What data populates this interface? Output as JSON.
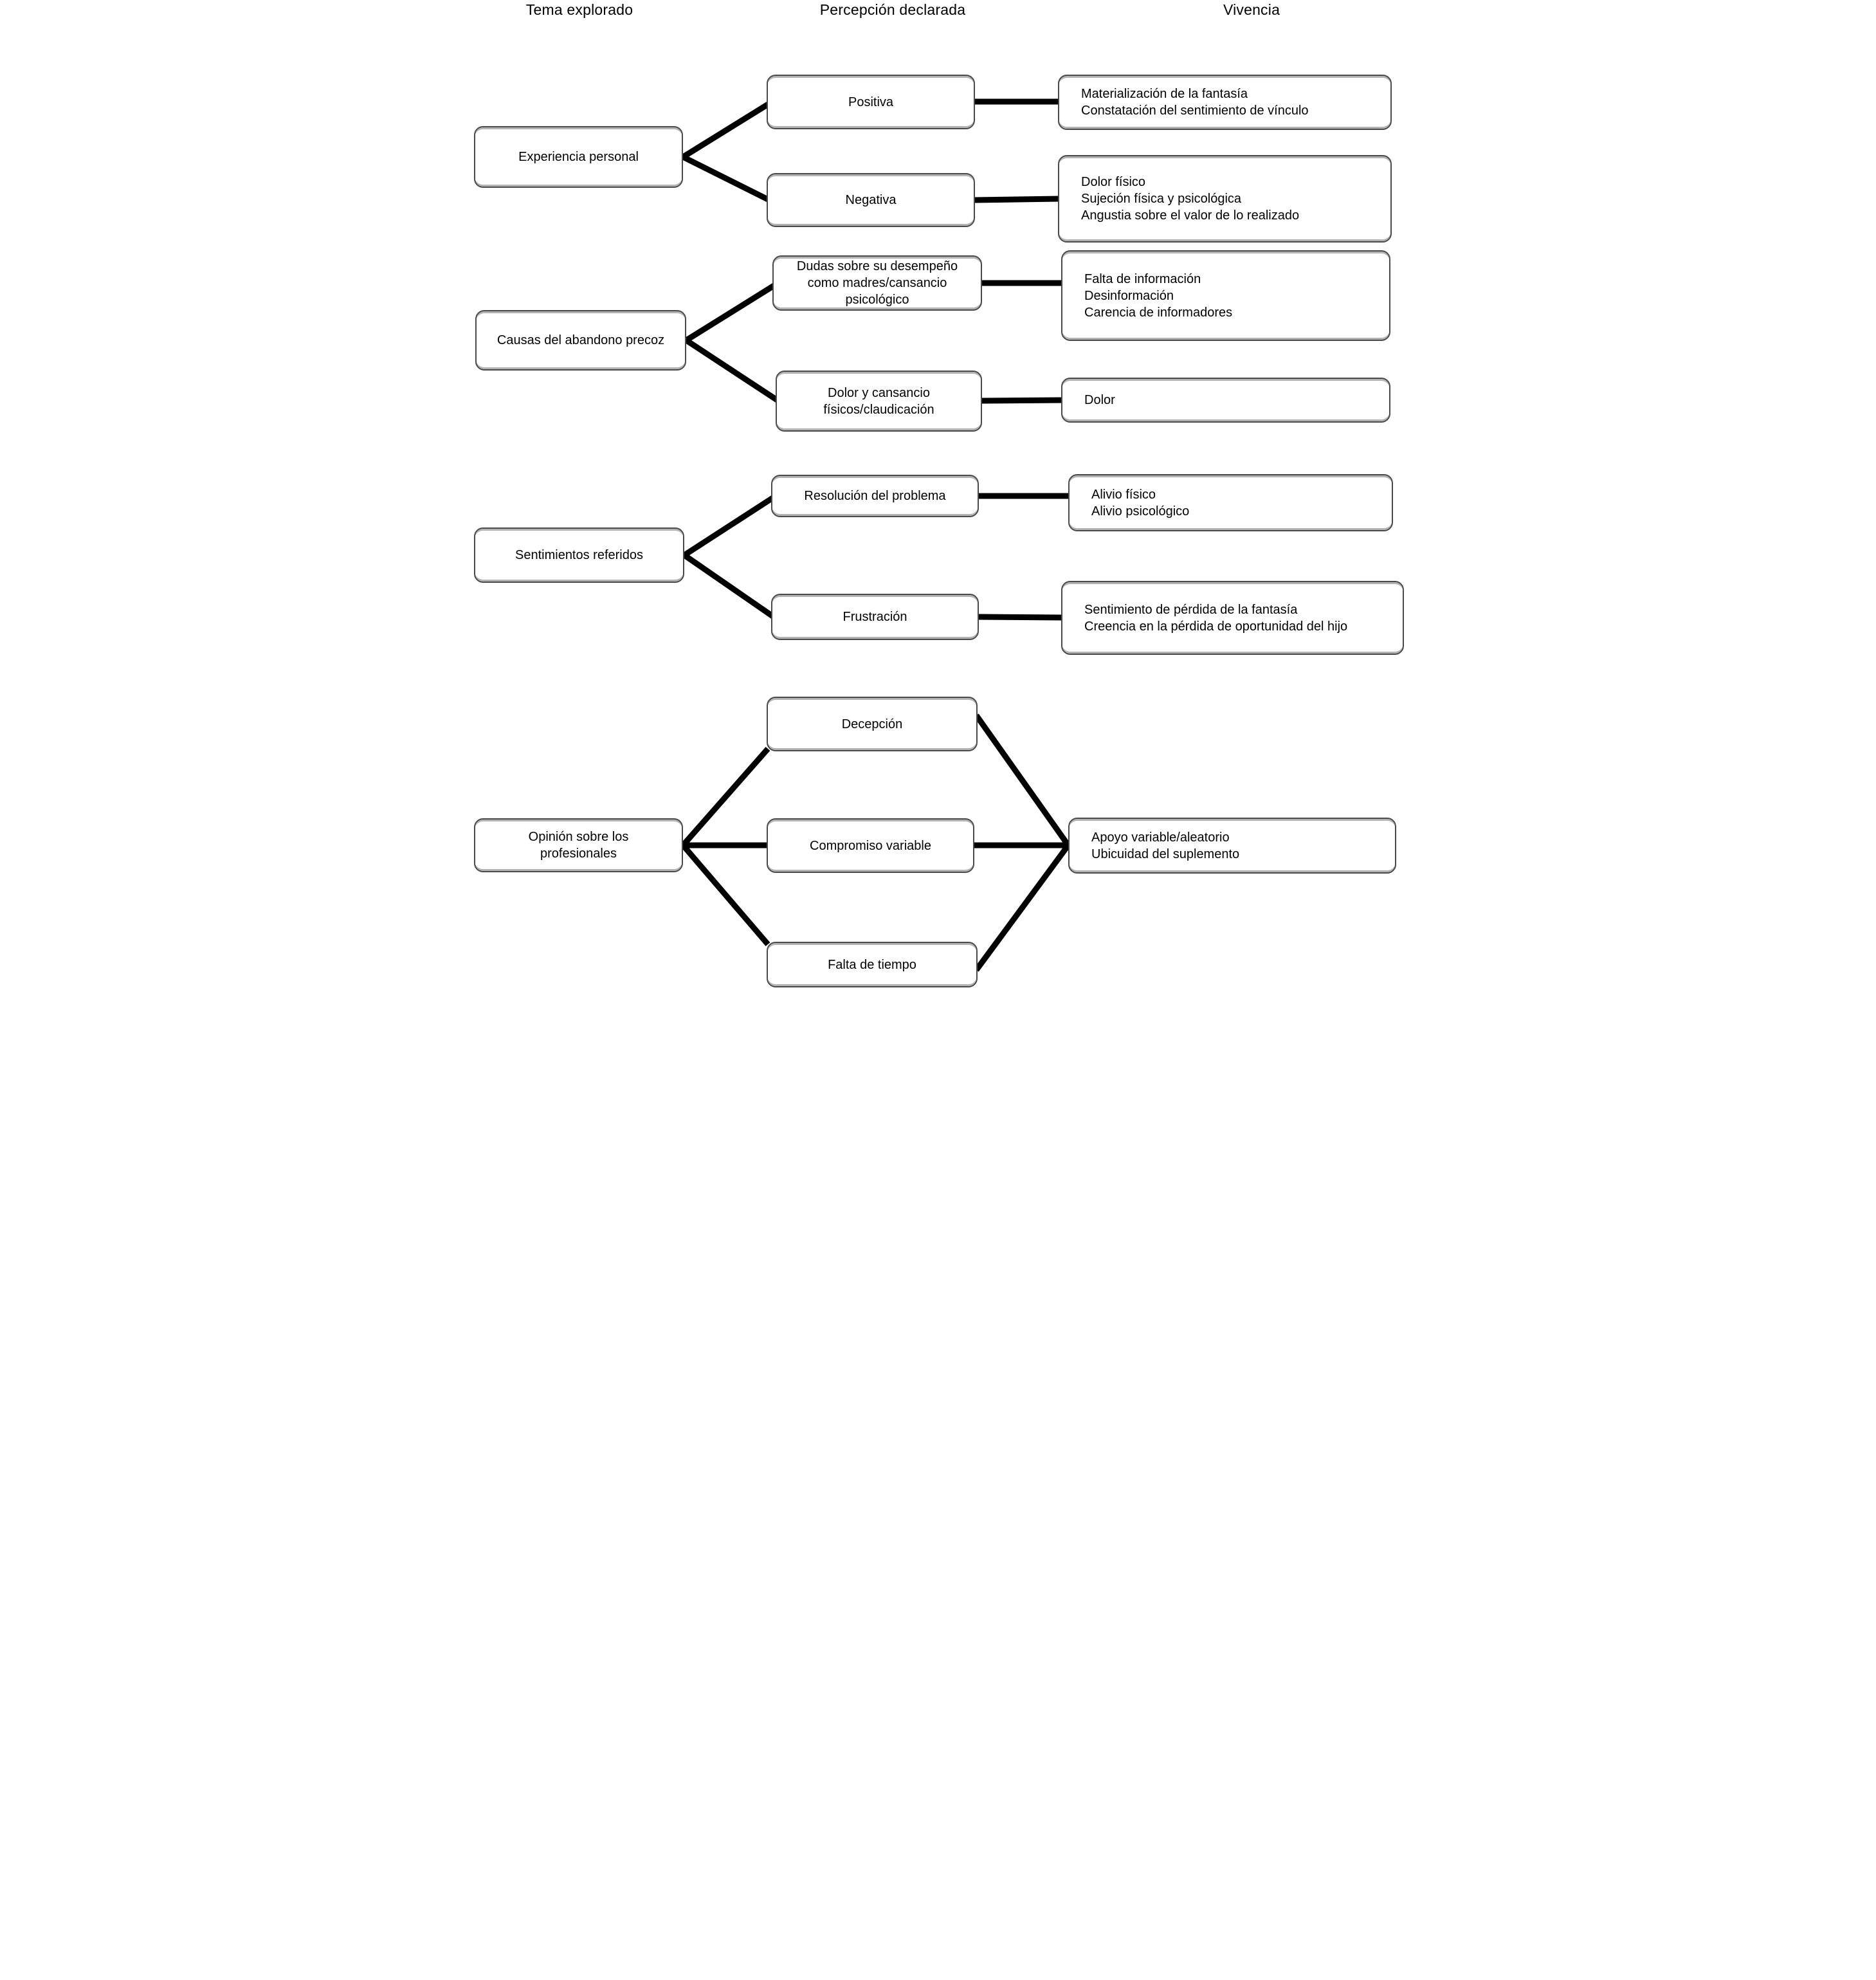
{
  "header": {
    "col1": "Tema explorado",
    "col2": "Percepción declarada",
    "col3": "Vivencia"
  },
  "groups": [
    {
      "theme": "Experiencia personal",
      "branches": [
        {
          "perception": "Positiva",
          "vivencia": [
            "Materialización de la fantasía",
            "Constatación del sentimiento de vínculo"
          ]
        },
        {
          "perception": "Negativa",
          "vivencia": [
            "Dolor físico",
            "Sujeción física y psicológica",
            "Angustia sobre el valor de lo realizado"
          ]
        }
      ]
    },
    {
      "theme": "Causas del abandono precoz",
      "branches": [
        {
          "perception": "Dudas sobre su desempeño como madres/cansancio psicológico",
          "vivencia": [
            "Falta de información",
            "Desinformación",
            "Carencia de informadores"
          ]
        },
        {
          "perception": "Dolor y cansancio físicos/claudicación",
          "vivencia": [
            "Dolor"
          ]
        }
      ]
    },
    {
      "theme": "Sentimientos referidos",
      "branches": [
        {
          "perception": "Resolución del problema",
          "vivencia": [
            "Alivio físico",
            "Alivio psicológico"
          ]
        },
        {
          "perception": "Frustración",
          "vivencia": [
            "Sentimiento de pérdida de la fantasía",
            "Creencia en la pérdida de oportunidad del hijo"
          ]
        }
      ]
    },
    {
      "theme": "Opinión sobre los profesionales",
      "perceptions": [
        "Decepción",
        "Compromiso variable",
        "Falta de tiempo"
      ],
      "vivencia": [
        "Apoyo variable/aleatorio",
        "Ubicuidad del suplemento"
      ]
    }
  ],
  "colors": {
    "connector": "#000000",
    "node_border": "#4a4a4a",
    "node_edge": "#b3b3b3",
    "background": "#ffffff",
    "text": "#000000"
  }
}
